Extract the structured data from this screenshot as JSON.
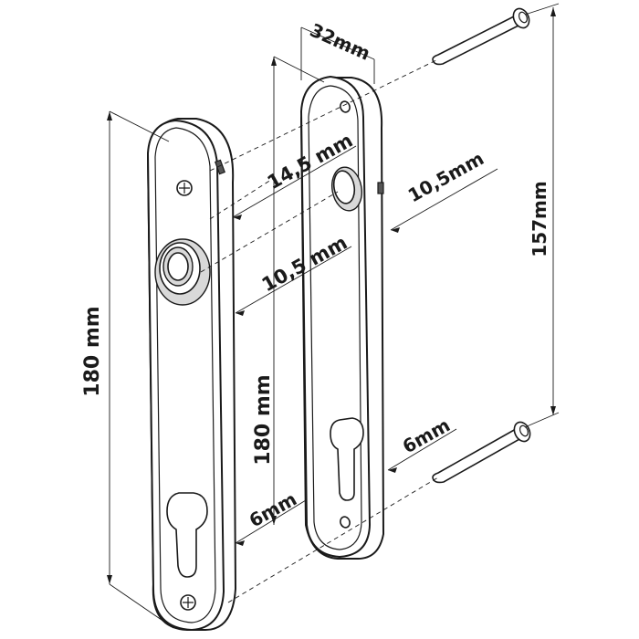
{
  "dimensions": {
    "thickness": "32mm",
    "height_front": "180 mm",
    "height_back": "180 mm",
    "screw_spacing": "157mm",
    "spindle_offset_front": "14,5 mm",
    "spindle_hole_front": "10,5 mm",
    "spindle_hole_back": "10,5mm",
    "cylinder_offset_front": "6mm",
    "cylinder_offset_back": "6mm"
  },
  "colors": {
    "line": "#1a1a1a",
    "fill": "#ffffff",
    "shade": "#d9d9d9"
  },
  "icons": {
    "screw": "screw-icon",
    "bolt": "bolt-icon"
  }
}
